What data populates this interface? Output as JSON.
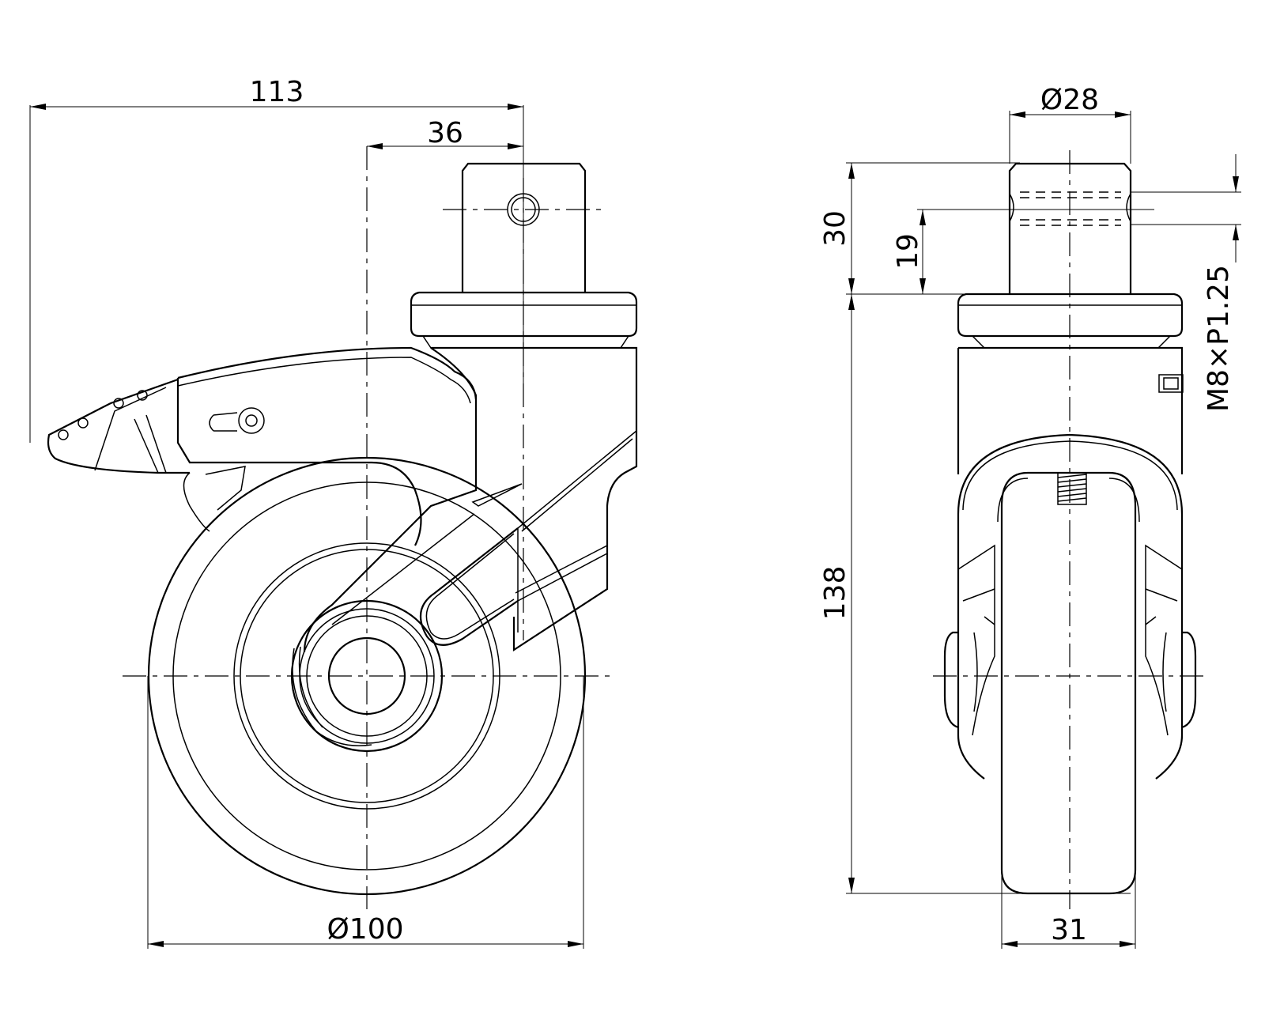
{
  "dimensions": {
    "overall_width": "113",
    "stem_offset": "36",
    "wheel_diameter": "Ø100",
    "stem_diameter": "Ø28",
    "stem_length": "30",
    "thread_length": "19",
    "overall_height": "138",
    "wheel_width": "31",
    "thread_spec": "M8×P1.25"
  },
  "colors": {
    "line": "#000000",
    "background": "#ffffff"
  }
}
